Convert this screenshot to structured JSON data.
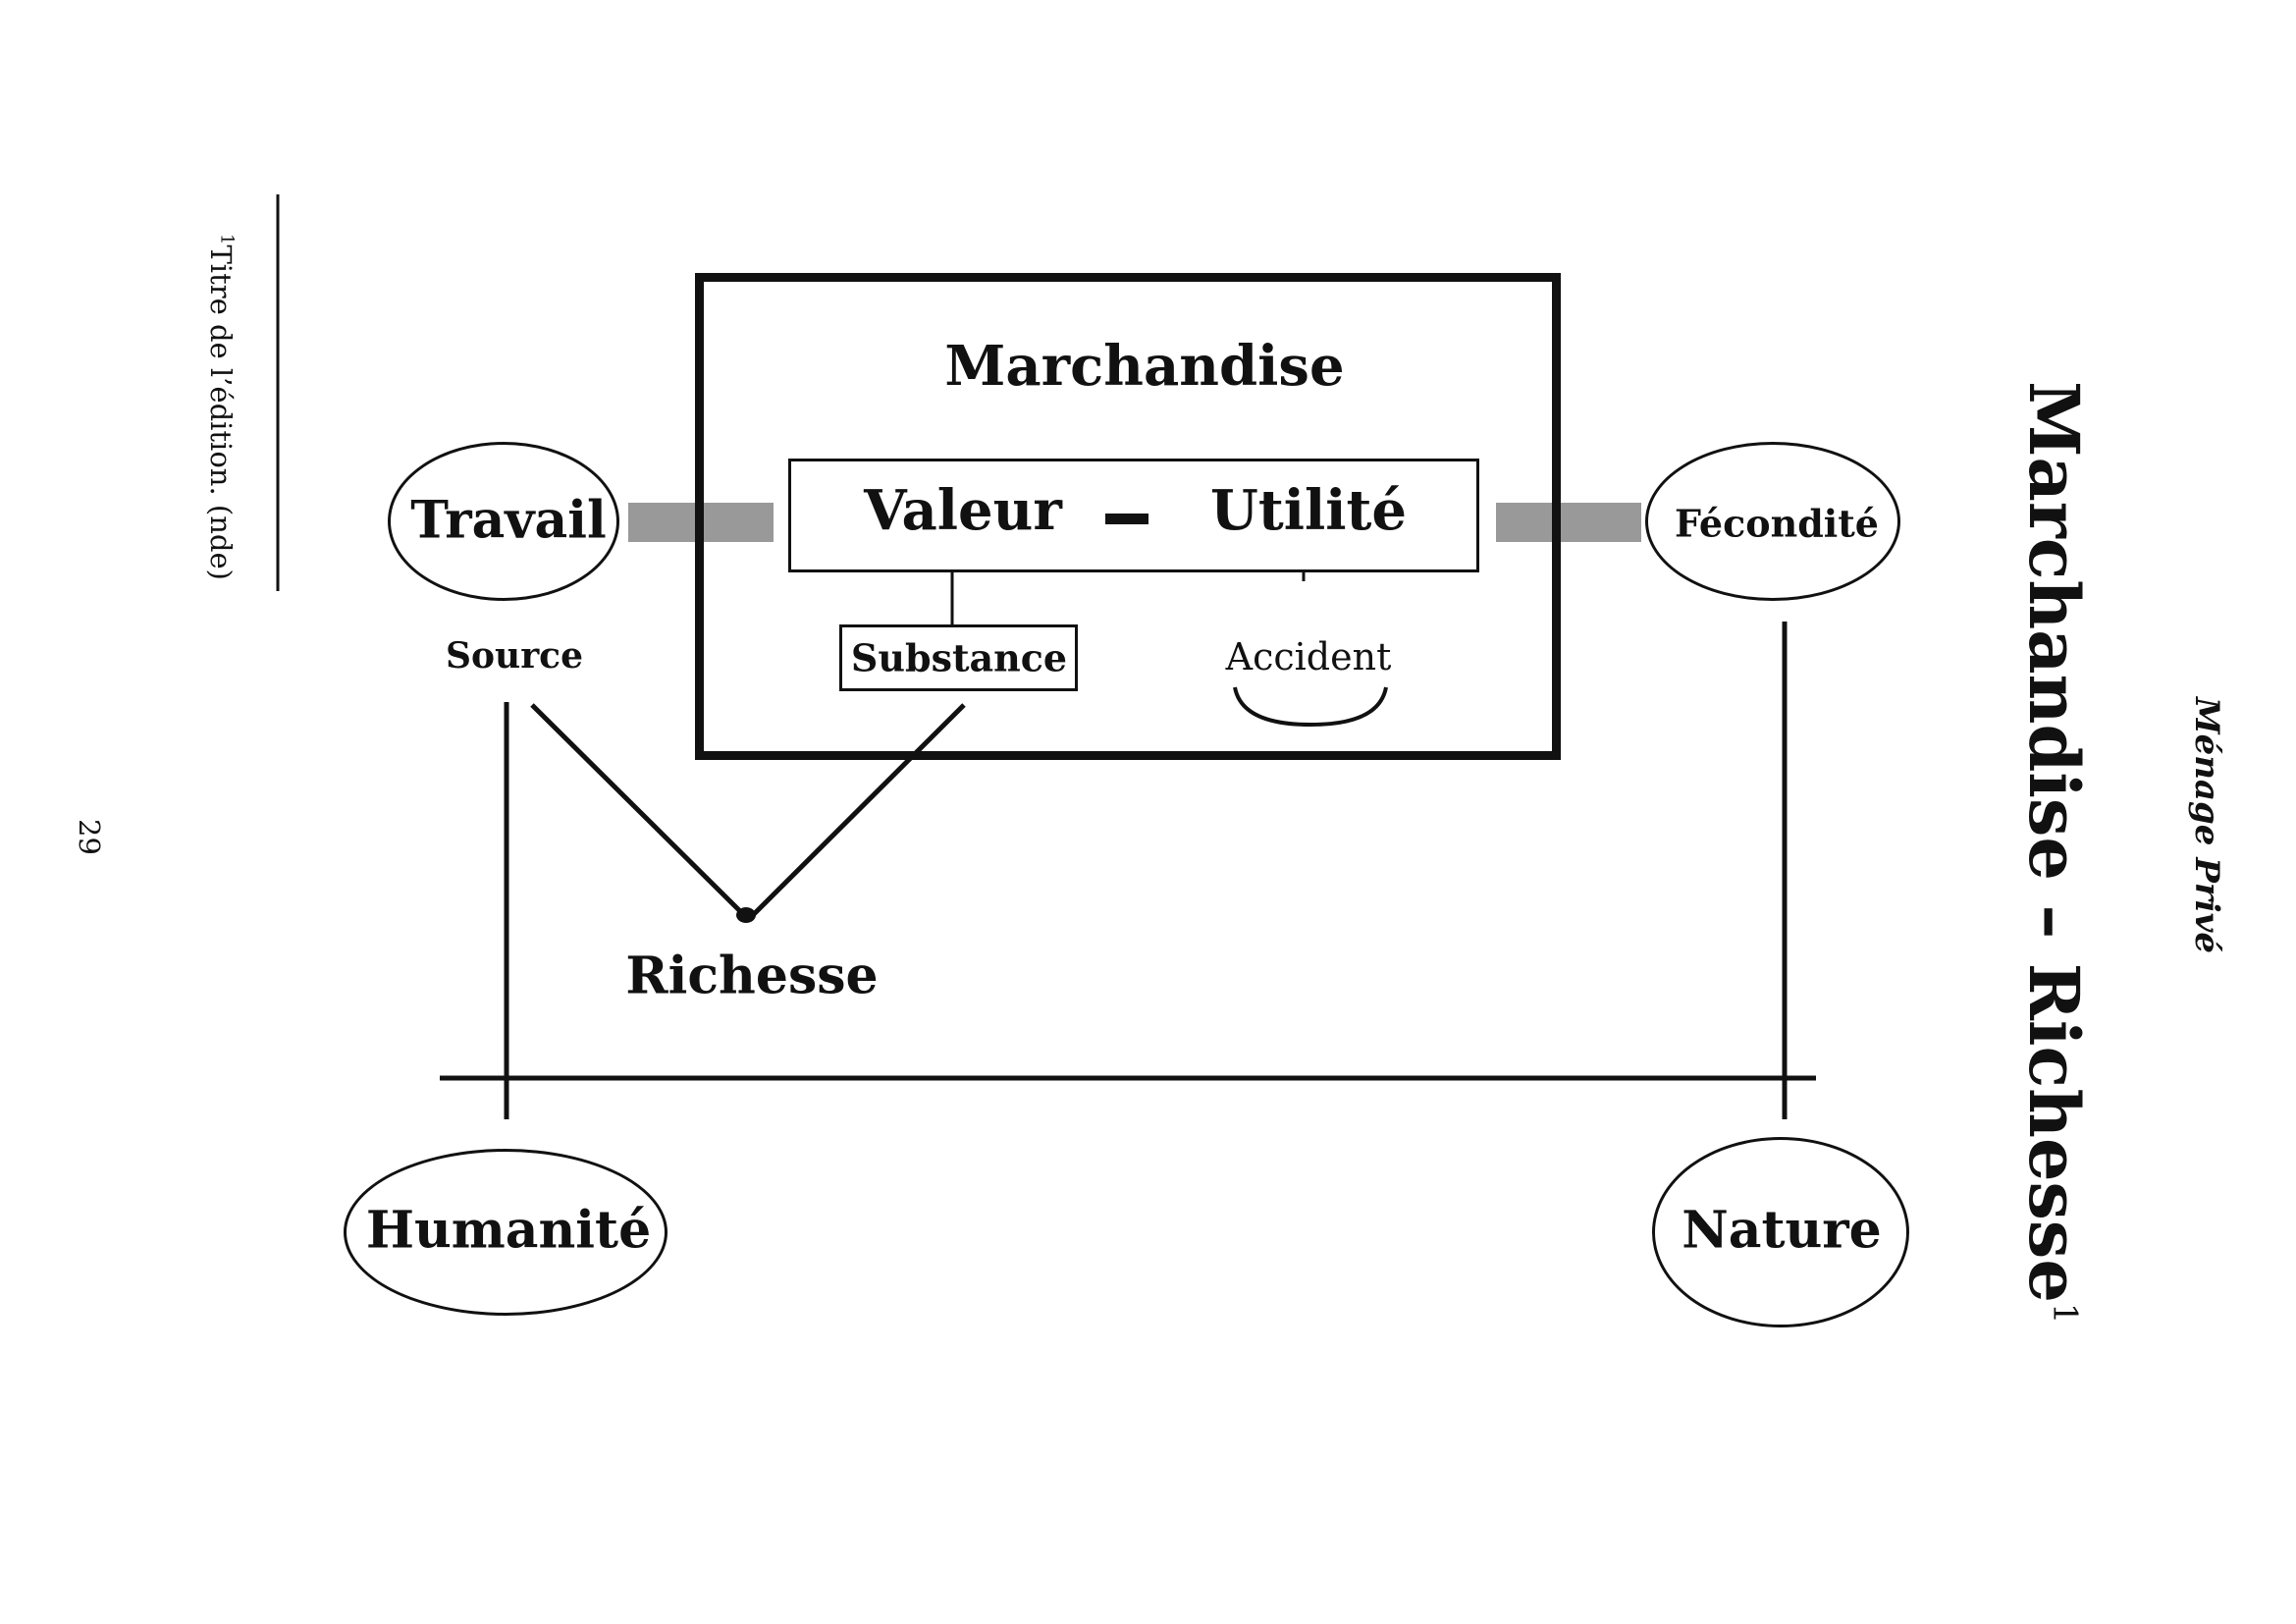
{
  "page": {
    "number": "29",
    "running_head": "Ménage Privé",
    "title": "Marchandise – Richesse",
    "title_note_marker": "1",
    "footnote": {
      "marker": "1",
      "text": "Titre de l’édition. (nde)"
    }
  },
  "diagram": {
    "box_title": "Marchandise",
    "valeur": "Valeur",
    "dash": "–",
    "utilite": "Utilité",
    "substance": "Substance",
    "accident": "Accident",
    "travail": "Travail",
    "fecondite": "Fécondité",
    "source": "Source",
    "richesse": "Richesse",
    "humanite": "Humanité",
    "nature": "Nature"
  },
  "colors": {
    "ink": "#111111",
    "connector_grey": "#999999"
  }
}
